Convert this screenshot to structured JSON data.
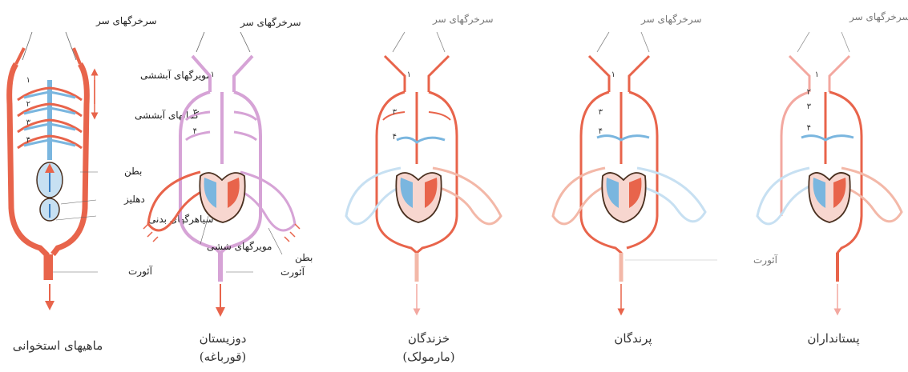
{
  "colors": {
    "oxygenated": "#e8644b",
    "deoxygenated": "#7ab6df",
    "oxygenated_light": "#f3b8a8",
    "deoxygenated_light": "#c7e0f2",
    "mixed": "#d6a3d6",
    "heart_outline": "#4a3020"
  },
  "panels": [
    {
      "caption": "ماهیهای استخوانی",
      "caption2": "",
      "labels": {
        "head_arteries": "سرخرگهای سر",
        "gill_capillaries": "مویرگهای آبششی",
        "gill_arches": "کمانهای آبششی",
        "ventricle": "بطن",
        "atrium": "دهلیز",
        "body_veins": "سیاهرگهای بدنی",
        "aorta": "آئورت"
      },
      "arch_numbers": [
        "۱",
        "۲",
        "۳",
        "۴"
      ]
    },
    {
      "caption": "دوزیستان",
      "caption2": "(قورباغه)",
      "labels": {
        "head_arteries": "سرخرگهای سر",
        "lung_capillaries": "مویرگهای ششی",
        "ventricle": "بطن",
        "aorta": "آئورت"
      },
      "arch_numbers": [
        "۱",
        "۳",
        "۴"
      ]
    },
    {
      "caption": "خزندگان",
      "caption2": "(مارمولک)",
      "labels": {
        "head_arteries": "سرخرگهای سر"
      },
      "arch_numbers": [
        "۱",
        "۳",
        "۴"
      ]
    },
    {
      "caption": "پرندگان",
      "caption2": "",
      "labels": {
        "head_arteries": "سرخرگهای سر",
        "aorta": "آئورت"
      },
      "arch_numbers": [
        "۱",
        "۳",
        "۴"
      ]
    },
    {
      "caption": "پستانداران",
      "caption2": "",
      "labels": {
        "head_arteries": "سرخرگهای سر"
      },
      "arch_numbers": [
        "۱",
        "۲",
        "۳",
        "۴"
      ]
    }
  ]
}
